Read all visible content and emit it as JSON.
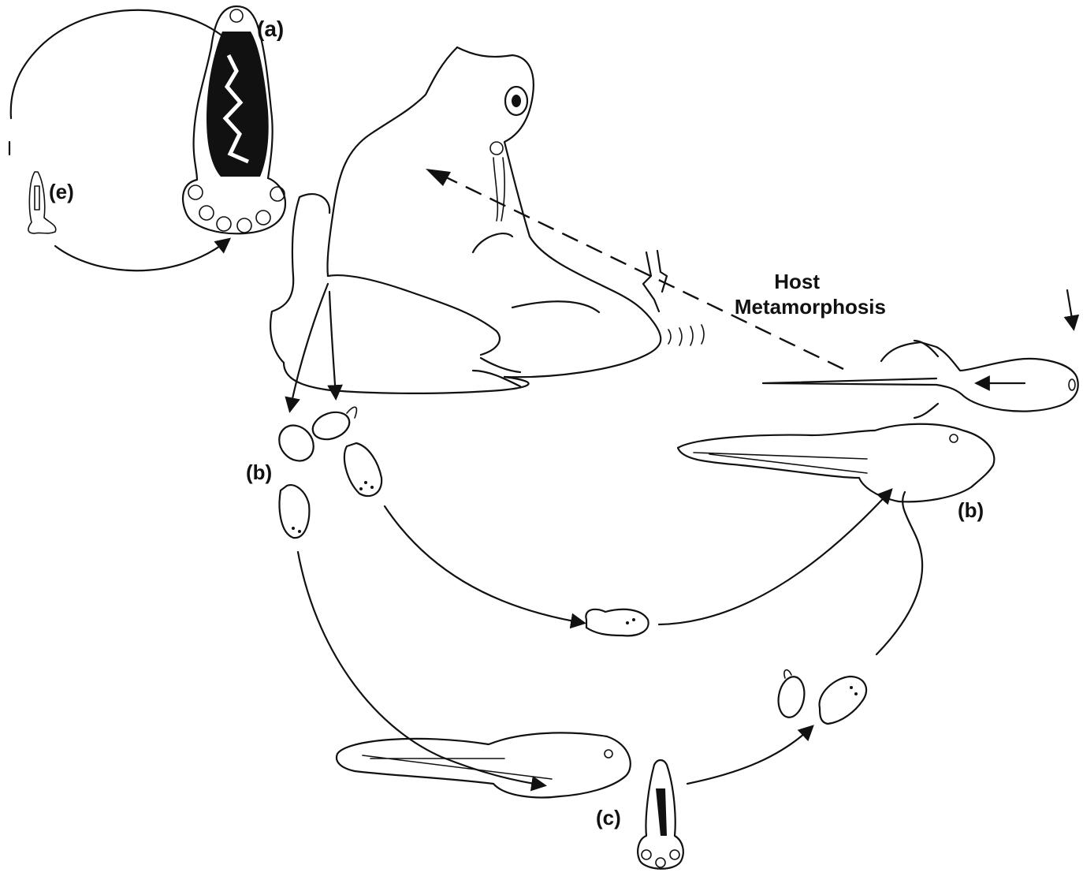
{
  "figure": {
    "labels": {
      "a": "(a)",
      "b_right": "(b)",
      "b_left": "(b)",
      "c": "(c)",
      "e": "(e)"
    },
    "annotation": {
      "line1": "Host",
      "line2": "Metamorphosis"
    }
  }
}
